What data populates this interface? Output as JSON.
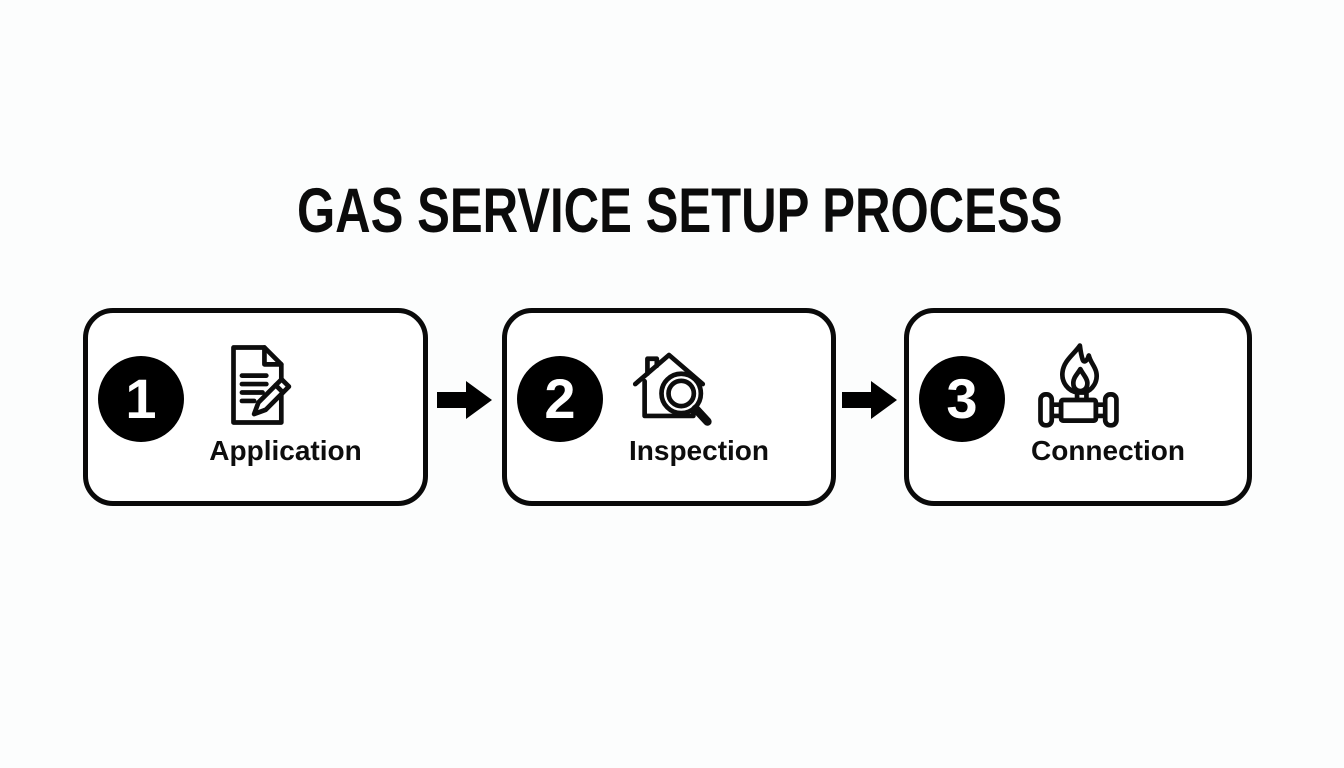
{
  "title": "GAS SERVICE SETUP PROCESS",
  "steps": [
    {
      "number": "1",
      "label": "Application",
      "icon": "application-document-pencil-icon"
    },
    {
      "number": "2",
      "label": "Inspection",
      "icon": "house-magnifier-icon"
    },
    {
      "number": "3",
      "label": "Connection",
      "icon": "gas-valve-flame-icon"
    }
  ],
  "arrows": [
    {
      "icon": "right-block-arrow-icon"
    },
    {
      "icon": "right-block-arrow-icon"
    }
  ],
  "colors": {
    "background": "#fcfdfd",
    "box_border": "#0a0a0a",
    "box_fill": "#ffffff",
    "step_circle_fill": "#000000",
    "step_number_color": "#ffffff",
    "label_color": "#0d0d0d",
    "arrow_color": "#000000"
  }
}
